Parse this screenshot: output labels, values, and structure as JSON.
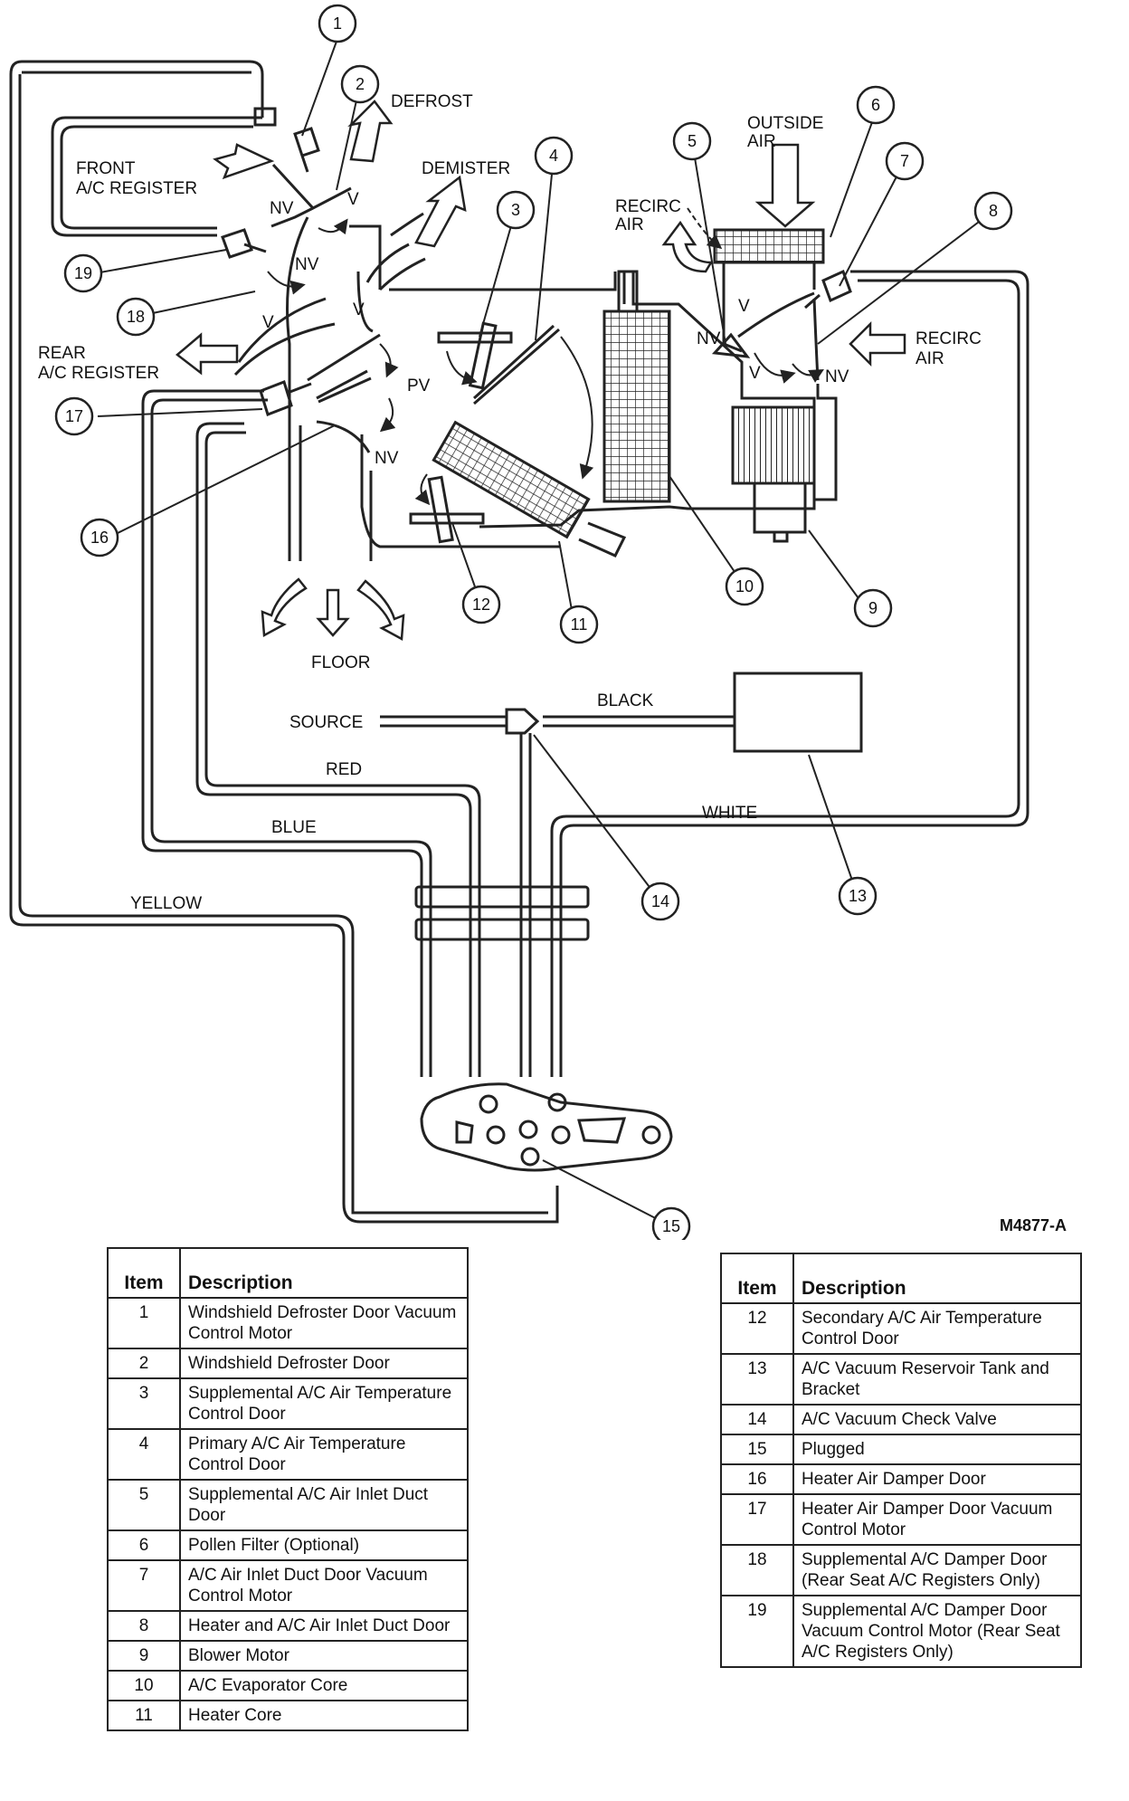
{
  "figure_code": "M4877-A",
  "labels": {
    "defrost": "DEFROST",
    "front_reg_1": "FRONT",
    "front_reg_2": "A/C REGISTER",
    "demister": "DEMISTER",
    "outside_air_1": "OUTSIDE",
    "outside_air_2": "AIR",
    "recirc_left_1": "RECIRC",
    "recirc_left_2": "AIR",
    "recirc_right_1": "RECIRC",
    "recirc_right_2": "AIR",
    "rear_reg_1": "REAR",
    "rear_reg_2": "A/C REGISTER",
    "floor": "FLOOR",
    "source": "SOURCE",
    "black": "BLACK",
    "red": "RED",
    "blue": "BLUE",
    "white": "WHITE",
    "yellow": "YELLOW",
    "nv": "NV",
    "v": "V",
    "pv": "PV"
  },
  "callouts": [
    "1",
    "2",
    "3",
    "4",
    "5",
    "6",
    "7",
    "8",
    "9",
    "10",
    "11",
    "12",
    "13",
    "14",
    "15",
    "16",
    "17",
    "18",
    "19"
  ],
  "legend_header": {
    "item": "Item",
    "description": "Description"
  },
  "legend_left": [
    {
      "item": "1",
      "description": "Windshield Defroster Door Vacuum Control Motor"
    },
    {
      "item": "2",
      "description": "Windshield Defroster Door"
    },
    {
      "item": "3",
      "description": "Supplemental A/C Air Temperature Control Door"
    },
    {
      "item": "4",
      "description": "Primary A/C Air Temperature Control Door"
    },
    {
      "item": "5",
      "description": "Supplemental A/C Air Inlet Duct Door"
    },
    {
      "item": "6",
      "description": "Pollen Filter (Optional)"
    },
    {
      "item": "7",
      "description": "A/C Air Inlet Duct Door Vacuum Control Motor"
    },
    {
      "item": "8",
      "description": "Heater and A/C Air Inlet Duct Door"
    },
    {
      "item": "9",
      "description": "Blower Motor"
    },
    {
      "item": "10",
      "description": "A/C Evaporator Core"
    },
    {
      "item": "11",
      "description": "Heater Core"
    }
  ],
  "legend_right": [
    {
      "item": "12",
      "description": "Secondary A/C Air Temperature Control Door"
    },
    {
      "item": "13",
      "description": "A/C Vacuum Reservoir Tank and Bracket"
    },
    {
      "item": "14",
      "description": "A/C Vacuum Check Valve"
    },
    {
      "item": "15",
      "description": "Plugged"
    },
    {
      "item": "16",
      "description": "Heater Air Damper Door"
    },
    {
      "item": "17",
      "description": "Heater Air Damper Door Vacuum Control Motor"
    },
    {
      "item": "18",
      "description": "Supplemental A/C Damper Door (Rear Seat A/C Registers Only)"
    },
    {
      "item": "19",
      "description": "Supplemental A/C Damper Door Vacuum Control Motor (Rear Seat A/C Registers Only)"
    }
  ]
}
